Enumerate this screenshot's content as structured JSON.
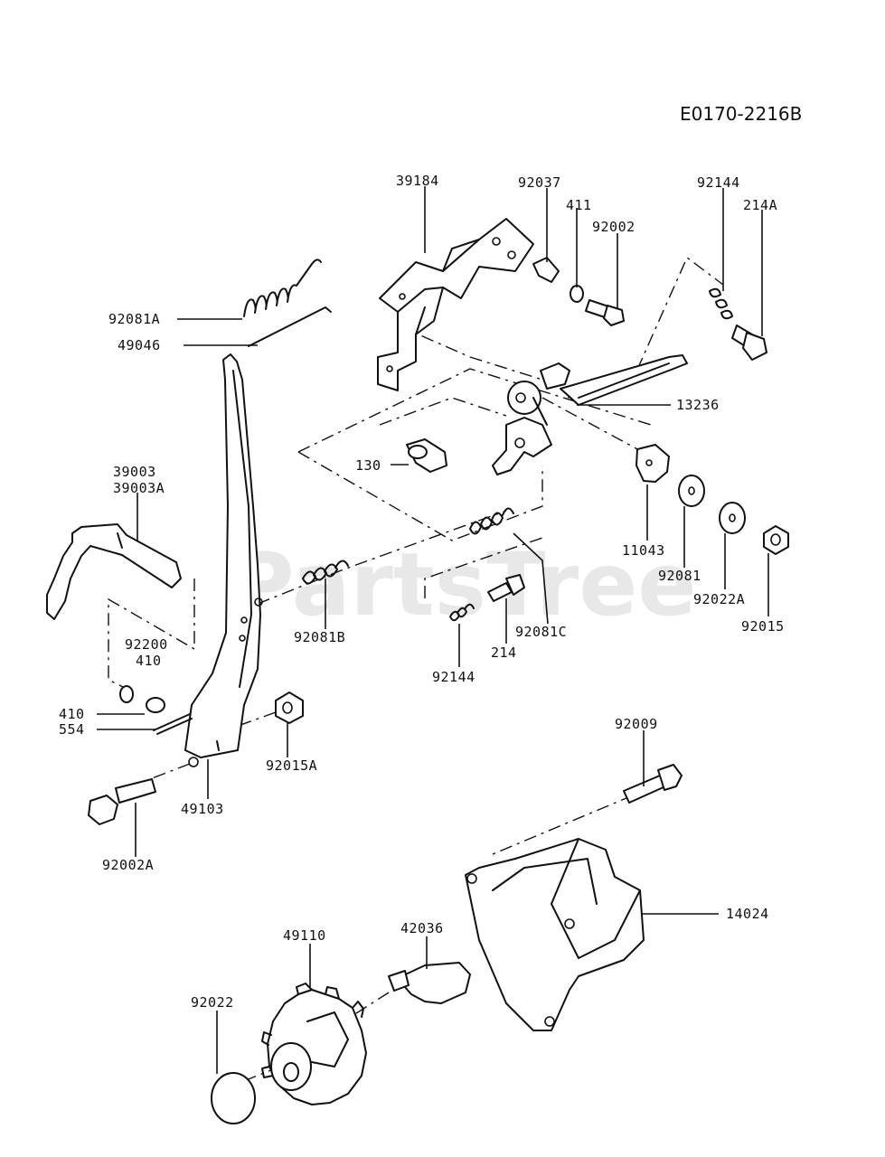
{
  "diagram": {
    "reference_code": "E0170-2216B",
    "watermark": "PartsTree",
    "parts": [
      {
        "id": "39184",
        "label": "39184"
      },
      {
        "id": "92037",
        "label": "92037"
      },
      {
        "id": "411",
        "label": "411"
      },
      {
        "id": "92002",
        "label": "92002"
      },
      {
        "id": "92144-top",
        "label": "92144"
      },
      {
        "id": "214A",
        "label": "214A"
      },
      {
        "id": "92081A",
        "label": "92081A"
      },
      {
        "id": "49046",
        "label": "49046"
      },
      {
        "id": "13236",
        "label": "13236"
      },
      {
        "id": "130",
        "label": "130"
      },
      {
        "id": "39003",
        "label": "39003"
      },
      {
        "id": "39003A",
        "label": "39003A"
      },
      {
        "id": "11043",
        "label": "11043"
      },
      {
        "id": "92081",
        "label": "92081"
      },
      {
        "id": "92022A",
        "label": "92022A"
      },
      {
        "id": "92015",
        "label": "92015"
      },
      {
        "id": "92081B",
        "label": "92081B"
      },
      {
        "id": "92081C",
        "label": "92081C"
      },
      {
        "id": "214",
        "label": "214"
      },
      {
        "id": "92144-bottom",
        "label": "92144"
      },
      {
        "id": "92200",
        "label": "92200"
      },
      {
        "id": "410-upper",
        "label": "410"
      },
      {
        "id": "410-lower",
        "label": "410"
      },
      {
        "id": "554",
        "label": "554"
      },
      {
        "id": "92015A",
        "label": "92015A"
      },
      {
        "id": "49103",
        "label": "49103"
      },
      {
        "id": "92002A",
        "label": "92002A"
      },
      {
        "id": "92009",
        "label": "92009"
      },
      {
        "id": "14024",
        "label": "14024"
      },
      {
        "id": "42036",
        "label": "42036"
      },
      {
        "id": "49110",
        "label": "49110"
      },
      {
        "id": "92022",
        "label": "92022"
      }
    ]
  }
}
